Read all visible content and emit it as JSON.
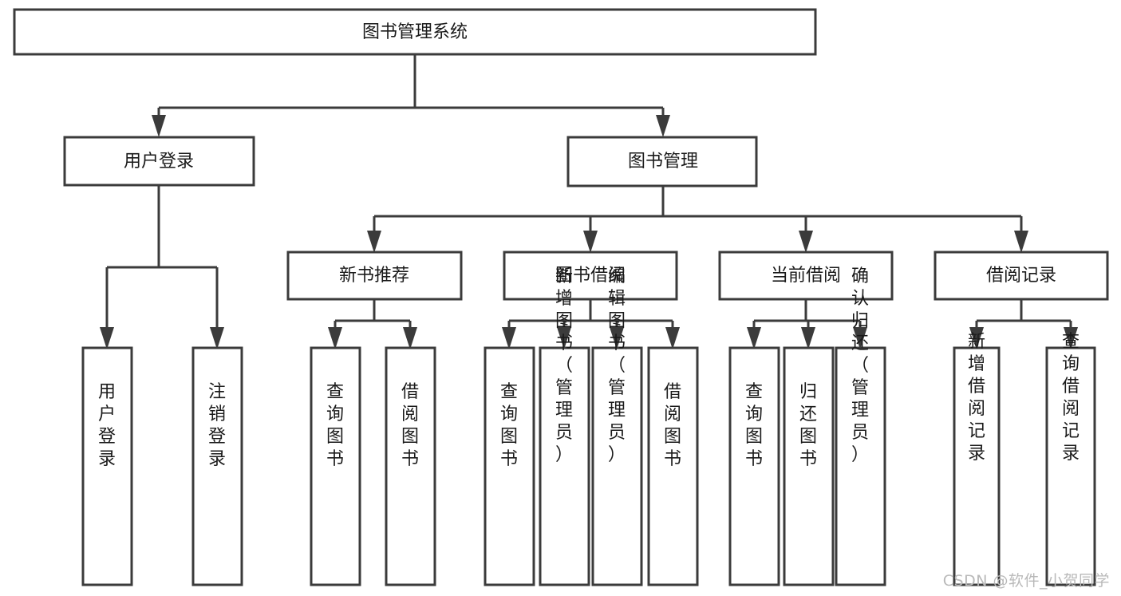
{
  "diagram": {
    "type": "tree-hierarchy",
    "orientation": "top-down",
    "background_color": "#ffffff",
    "line_color": "#3b3b3b",
    "text_color": "#1a1a1a",
    "box_fill": "#ffffff",
    "root": {
      "id": "root",
      "label": "图书管理系统",
      "text_orientation": "horizontal"
    },
    "level1": [
      {
        "id": "user-login",
        "label": "用户登录",
        "text_orientation": "horizontal"
      },
      {
        "id": "book-management",
        "label": "图书管理",
        "text_orientation": "horizontal"
      }
    ],
    "level2": [
      {
        "id": "new-book-recommend",
        "label": "新书推荐",
        "parent": "book-management",
        "text_orientation": "horizontal"
      },
      {
        "id": "book-borrow",
        "label": "图书借阅",
        "parent": "book-management",
        "text_orientation": "horizontal"
      },
      {
        "id": "current-borrow",
        "label": "当前借阅",
        "parent": "book-management",
        "text_orientation": "horizontal"
      },
      {
        "id": "borrow-record",
        "label": "借阅记录",
        "parent": "book-management",
        "text_orientation": "horizontal"
      }
    ],
    "leaves": [
      {
        "id": "leaf-user-login",
        "parent": "user-login",
        "lines": [
          "用",
          "户",
          "登",
          "录"
        ],
        "text_orientation": "vertical"
      },
      {
        "id": "leaf-user-logout",
        "parent": "user-login",
        "lines": [
          "注",
          "销",
          "登",
          "录"
        ],
        "text_orientation": "vertical"
      },
      {
        "id": "leaf-query-book-1",
        "parent": "new-book-recommend",
        "lines": [
          "查",
          "询",
          "图",
          "书"
        ],
        "text_orientation": "vertical"
      },
      {
        "id": "leaf-borrow-book-1",
        "parent": "new-book-recommend",
        "lines": [
          "借",
          "阅",
          "图",
          "书"
        ],
        "text_orientation": "vertical"
      },
      {
        "id": "leaf-query-book-2",
        "parent": "book-borrow",
        "lines": [
          "查",
          "询",
          "图",
          "书"
        ],
        "text_orientation": "vertical"
      },
      {
        "id": "leaf-add-book-admin",
        "parent": "book-borrow",
        "lines": [
          "新",
          "增",
          "图",
          "书",
          "（",
          "管",
          "理",
          "员",
          "）"
        ],
        "text_orientation": "vertical"
      },
      {
        "id": "leaf-edit-book-admin",
        "parent": "book-borrow",
        "lines": [
          "编",
          "辑",
          "图",
          "书",
          "（",
          "管",
          "理",
          "员",
          "）"
        ],
        "text_orientation": "vertical"
      },
      {
        "id": "leaf-borrow-book-2",
        "parent": "book-borrow",
        "lines": [
          "借",
          "阅",
          "图",
          "书"
        ],
        "text_orientation": "vertical"
      },
      {
        "id": "leaf-query-book-3",
        "parent": "current-borrow",
        "lines": [
          "查",
          "询",
          "图",
          "书"
        ],
        "text_orientation": "vertical"
      },
      {
        "id": "leaf-return-book",
        "parent": "current-borrow",
        "lines": [
          "归",
          "还",
          "图",
          "书"
        ],
        "text_orientation": "vertical"
      },
      {
        "id": "leaf-confirm-return-admin",
        "parent": "current-borrow",
        "lines": [
          "确",
          "认",
          "归",
          "还",
          "（",
          "管",
          "理",
          "员",
          "）"
        ],
        "text_orientation": "vertical"
      },
      {
        "id": "leaf-add-borrow-record",
        "parent": "borrow-record",
        "lines": [
          "新",
          "增",
          "借",
          "阅",
          "记",
          "录"
        ],
        "text_orientation": "vertical"
      },
      {
        "id": "leaf-query-borrow-record",
        "parent": "borrow-record",
        "lines": [
          "查",
          "询",
          "借",
          "阅",
          "记",
          "录"
        ],
        "text_orientation": "vertical"
      }
    ]
  },
  "watermark": {
    "text": "CSDN @软件_小贺同学",
    "color": "#b9b9b9"
  }
}
